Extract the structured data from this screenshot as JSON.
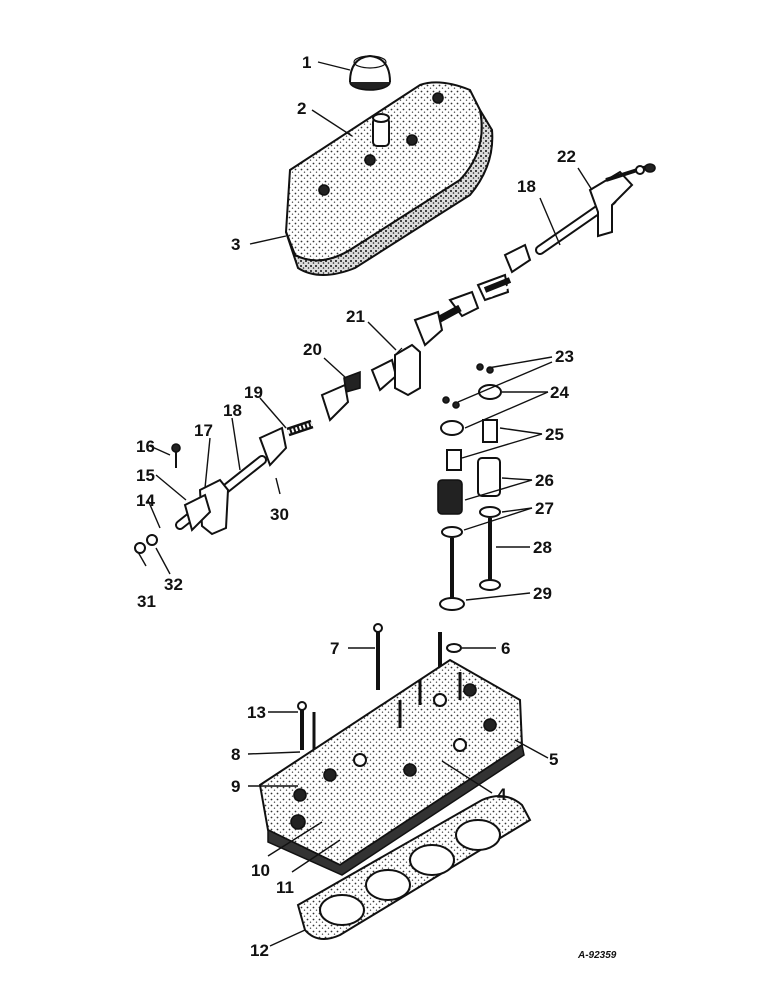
{
  "diagram": {
    "reference_code": "A-92359",
    "callouts": [
      "1",
      "2",
      "3",
      "4",
      "5",
      "6",
      "7",
      "8",
      "9",
      "10",
      "11",
      "12",
      "13",
      "14",
      "15",
      "16",
      "17",
      "18",
      "18",
      "19",
      "20",
      "21",
      "22",
      "23",
      "24",
      "25",
      "26",
      "27",
      "28",
      "29",
      "30",
      "31",
      "32"
    ]
  }
}
